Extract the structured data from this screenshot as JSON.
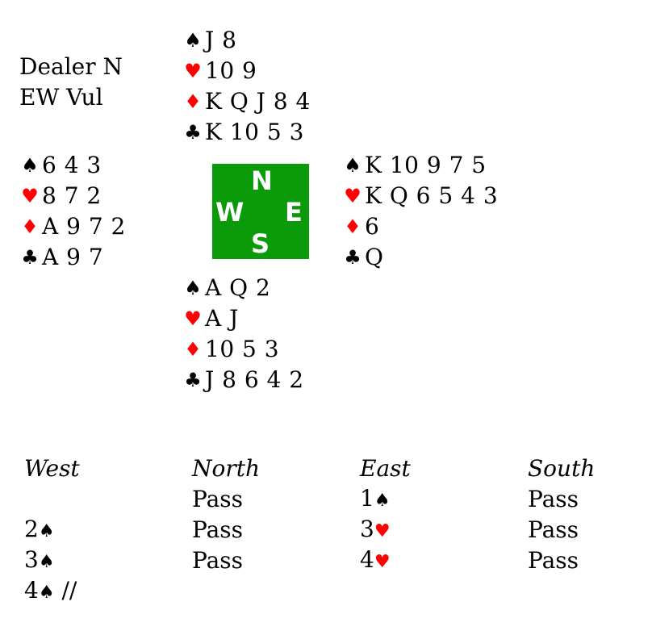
{
  "deal_info": {
    "dealer": "Dealer N",
    "vulnerability": "EW Vul"
  },
  "hands": {
    "north": {
      "spades": "J 8",
      "hearts": "10 9",
      "diamonds": "K Q J 8 4",
      "clubs": "K 10 5 3"
    },
    "west": {
      "spades": "6 4 3",
      "hearts": "8 7 2",
      "diamonds": "A 9 7 2",
      "clubs": "A 9 7"
    },
    "east": {
      "spades": "K 10 9 7 5",
      "hearts": "K Q 6 5 4 3",
      "diamonds": "6",
      "clubs": "Q"
    },
    "south": {
      "spades": "A Q 2",
      "hearts": "A J",
      "diamonds": "10 5 3",
      "clubs": "J 8 6 4 2"
    }
  },
  "compass": {
    "n": "N",
    "w": "W",
    "e": "E",
    "s": "S",
    "color": "#0a9a0a"
  },
  "suit_symbols": {
    "spade": "♠",
    "heart": "♥",
    "diamond": "♦",
    "club": "♣"
  },
  "auction": {
    "headers": [
      "West",
      "North",
      "East",
      "South"
    ],
    "rows": [
      [
        {
          "text": ""
        },
        {
          "text": "Pass"
        },
        {
          "text": "1",
          "suit": "spade"
        },
        {
          "text": "Pass"
        }
      ],
      [
        {
          "text": "2",
          "suit": "spade"
        },
        {
          "text": "Pass"
        },
        {
          "text": "3",
          "suit": "heart"
        },
        {
          "text": "Pass"
        }
      ],
      [
        {
          "text": "3",
          "suit": "spade"
        },
        {
          "text": "Pass"
        },
        {
          "text": "4",
          "suit": "heart"
        },
        {
          "text": "Pass"
        }
      ],
      [
        {
          "text": "4",
          "suit": "spade",
          "suffix": " //"
        },
        {
          "text": ""
        },
        {
          "text": ""
        },
        {
          "text": ""
        }
      ]
    ]
  },
  "colors": {
    "red_suit": "#ff0000",
    "black_suit": "#000000"
  }
}
